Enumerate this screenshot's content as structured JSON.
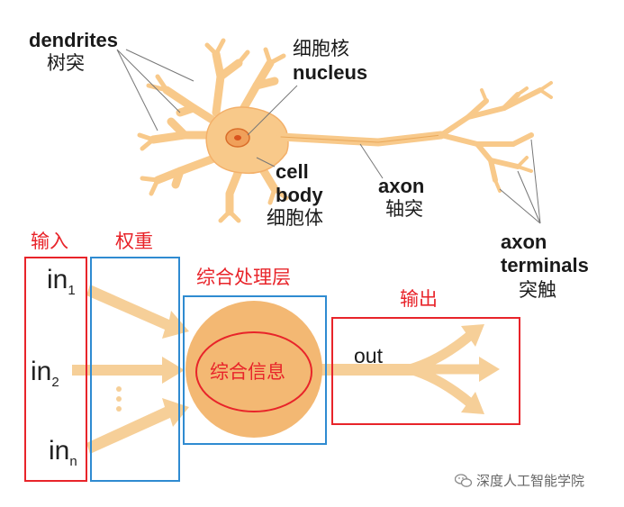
{
  "neuron": {
    "dendrites_en": "dendrites",
    "dendrites_cn": "树突",
    "nucleus_cn": "细胞核",
    "nucleus_en": "nucleus",
    "cellbody_en1": "cell",
    "cellbody_en2": "body",
    "cellbody_cn": "细胞体",
    "axon_en": "axon",
    "axon_cn": "轴突",
    "terminals_en1": "axon",
    "terminals_en2": "terminals",
    "terminals_cn": "突触"
  },
  "model": {
    "input_label": "输入",
    "weight_label": "权重",
    "process_label": "综合处理层",
    "output_label": "输出",
    "core_label": "综合信息",
    "out_text": "out",
    "in_base": "in",
    "in1_sub": "1",
    "in2_sub": "2",
    "inn_sub": "n",
    "ellipsis": "⋮"
  },
  "watermark": {
    "text": "深度人工智能学院",
    "icon": "wechat-icon"
  },
  "colors": {
    "neuron_fill": "#f8c98a",
    "neuron_stroke": "#e9a85a",
    "arrow": "#f6cf98",
    "circle": "#f3b873",
    "red": "#e8242a",
    "blue": "#2f8bd1",
    "nucleus": "#e07a2e"
  }
}
